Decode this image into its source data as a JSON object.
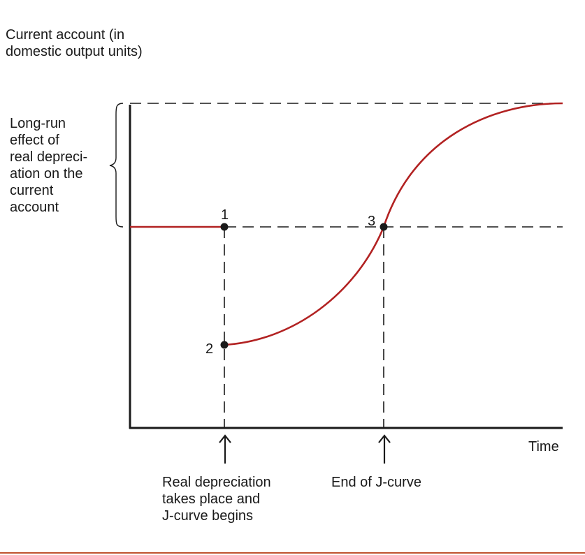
{
  "y_axis_label": "Current account (in\ndomestic output units)",
  "x_axis_label": "Time",
  "brace_label": "Long-run\neffect of\nreal depreci-\nation on the\ncurrent\naccount",
  "points": [
    {
      "label": "1",
      "role": "initial current account"
    },
    {
      "label": "2",
      "role": "bottom of J-curve"
    },
    {
      "label": "3",
      "role": "end of J-curve"
    }
  ],
  "markers": {
    "start": "Real depreciation\ntakes place and\nJ-curve begins",
    "end": "End of J-curve"
  },
  "colors": {
    "curve": "#b22222",
    "axes": "#1a1a1a",
    "dashes": "#1a1a1a",
    "footer_rule": "#c0522f"
  }
}
